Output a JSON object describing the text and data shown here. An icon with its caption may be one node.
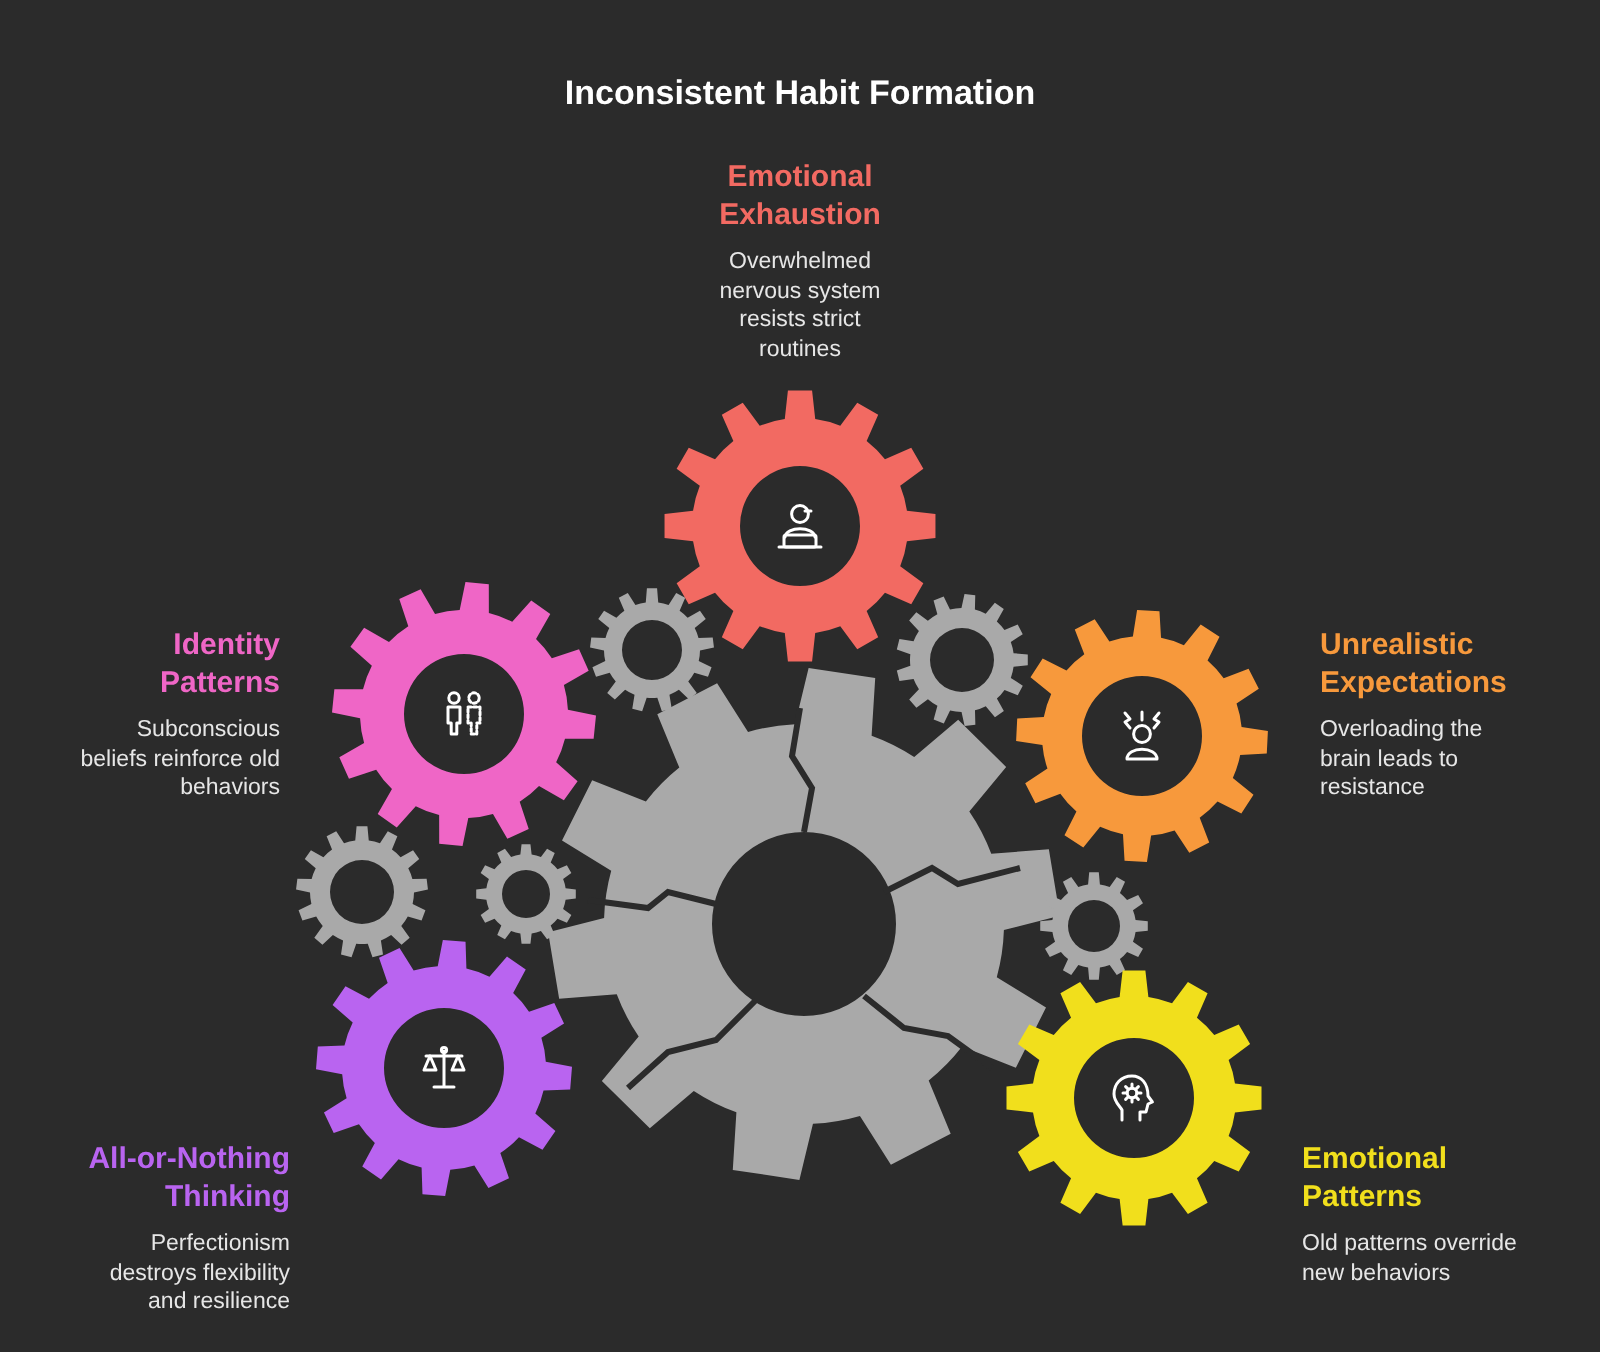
{
  "diagram": {
    "title": "Inconsistent Habit Formation",
    "nodes": [
      {
        "text": [
          "Emotional Exhaustion",
          "Overwhelmed nervous system resists strict routines"
        ]
      },
      {
        "text": [
          "Identity Patterns",
          "Subconscious beliefs reinforce old behaviors"
        ]
      },
      {
        "text": [],
        "shape": "gear"
      },
      {
        "text": [],
        "shape": "gear"
      },
      {
        "text": [
          "Unrealistic Expectations",
          "Overloading the brain leads to resistance"
        ]
      },
      {
        "text": [],
        "shape": "gear"
      },
      {
        "text": [],
        "shape": "gear"
      },
      {
        "text": [],
        "shape": "gear"
      },
      {
        "text": [],
        "shape": "gear"
      },
      {
        "text": [
          "All-or-Nothing Thinking",
          "Perfectionism destroys flexibility and resilience"
        ]
      },
      {
        "text": [
          "Emotional Patterns",
          "Old patterns override new behaviors"
        ]
      }
    ]
  }
}
